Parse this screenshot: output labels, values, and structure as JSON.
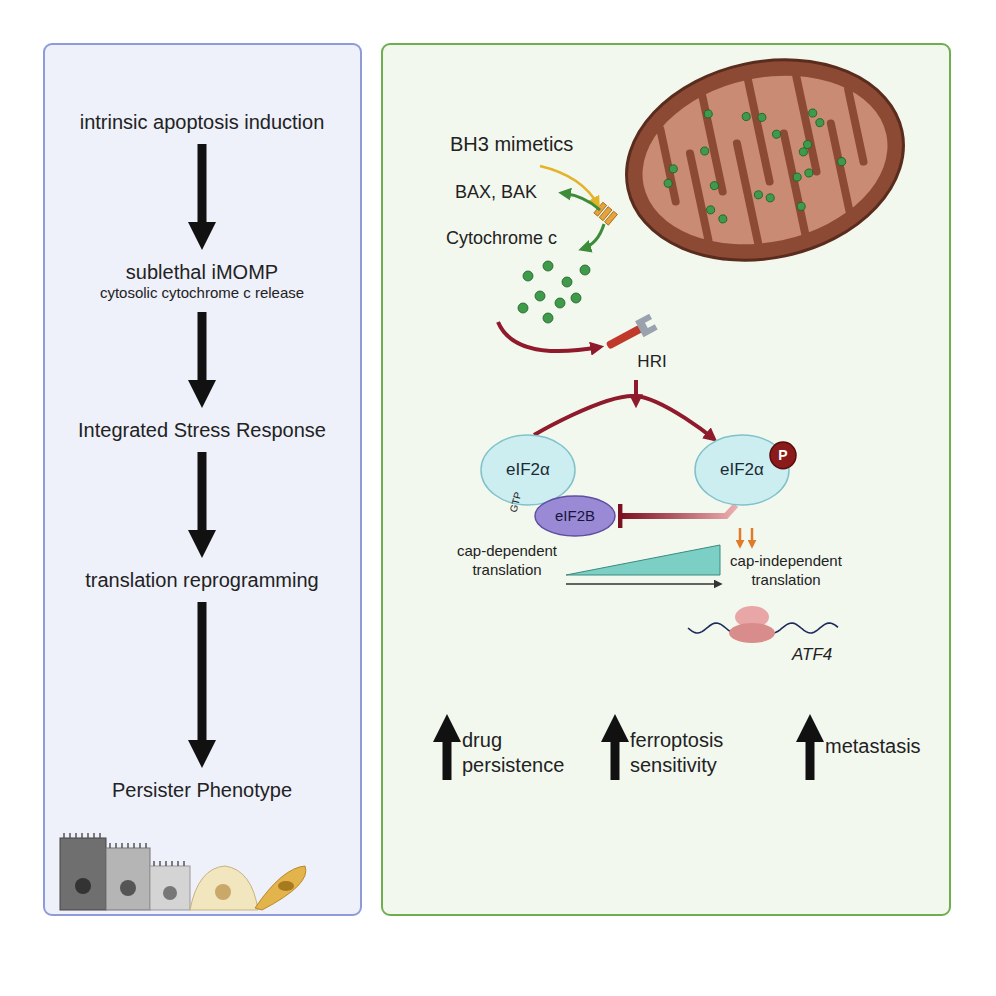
{
  "diagram": {
    "nodes": [
      {
        "text": [
          "intrinsic apoptosis induction"
        ]
      },
      {
        "text": [
          "sublethal iMOMP",
          "cytosolic cytochrome c release"
        ]
      },
      {
        "text": [
          "Integrated Stress Response"
        ]
      },
      {
        "text": [
          "translation reprogramming"
        ]
      },
      {
        "text": [
          "Persister Phenotype"
        ]
      },
      {
        "text": [
          "HRI"
        ]
      },
      {
        "text": [
          "eIF2α"
        ]
      },
      {
        "text": [
          "eIF2B"
        ]
      },
      {
        "text": [
          "eIF2α"
        ]
      },
      {
        "text": [
          "P"
        ],
        "in": 8
      }
    ],
    "edges": [
      {
        "from": 0,
        "to": 1,
        "arrow": "to"
      },
      {
        "from": 1,
        "to": 2,
        "arrow": "to"
      },
      {
        "from": 2,
        "to": 3,
        "arrow": "to"
      },
      {
        "from": 3,
        "to": 4,
        "arrow": "to"
      },
      {
        "from": 6,
        "to": 8,
        "arrow": "to"
      },
      {
        "from": 8,
        "to": 7,
        "arrow": "to"
      }
    ],
    "labels": [
      "BH3 mimetics",
      "BAX, BAK",
      "Cytochrome c",
      "GTP",
      "cap-dependent translation",
      "cap-independent translation",
      "ATF4",
      "drug persistence",
      "ferroptosis sensitivity",
      "metastasis"
    ]
  }
}
